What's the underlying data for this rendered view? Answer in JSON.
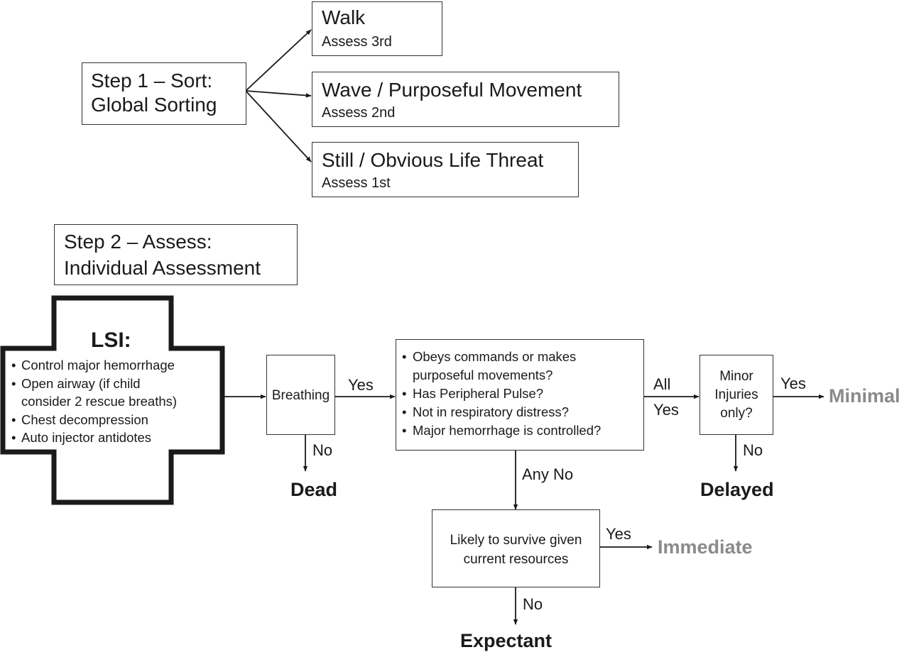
{
  "step1": {
    "line1": "Step 1 – Sort:",
    "line2": "Global Sorting"
  },
  "sort_options": [
    {
      "title": "Walk",
      "sub": "Assess 3rd"
    },
    {
      "title": "Wave / Purposeful Movement",
      "sub": "Assess 2nd"
    },
    {
      "title": "Still / Obvious Life Threat",
      "sub": "Assess 1st"
    }
  ],
  "step2": {
    "line1": "Step 2 – Assess:",
    "line2": "Individual Assessment"
  },
  "lsi": {
    "title": "LSI:",
    "items": [
      "Control major hemorrhage",
      "Open airway (if child",
      "consider 2 rescue breaths)",
      "Chest decompression",
      "Auto injector antidotes"
    ]
  },
  "breathing": "Breathing",
  "questions": [
    "Obeys commands or makes",
    "purposeful movements?",
    "Has Peripheral Pulse?",
    "Not in respiratory distress?",
    "Major hemorrhage is controlled?"
  ],
  "minor": {
    "l1": "Minor",
    "l2": "Injuries",
    "l3": "only?"
  },
  "likely": {
    "l1": "Likely to survive given",
    "l2": "current resources"
  },
  "edge_labels": {
    "yes_breathing": "Yes",
    "no_breathing": "No",
    "all": "All",
    "all_yes": "Yes",
    "yes_minor": "Yes",
    "no_minor": "No",
    "any_no": "Any No",
    "yes_likely": "Yes",
    "no_likely": "No"
  },
  "outcomes": {
    "dead": "Dead",
    "minimal": "Minimal",
    "delayed": "Delayed",
    "immediate": "Immediate",
    "expectant": "Expectant"
  },
  "colors": {
    "ink": "#1a1a1a",
    "grey_outcome": "#8a8a8a"
  }
}
